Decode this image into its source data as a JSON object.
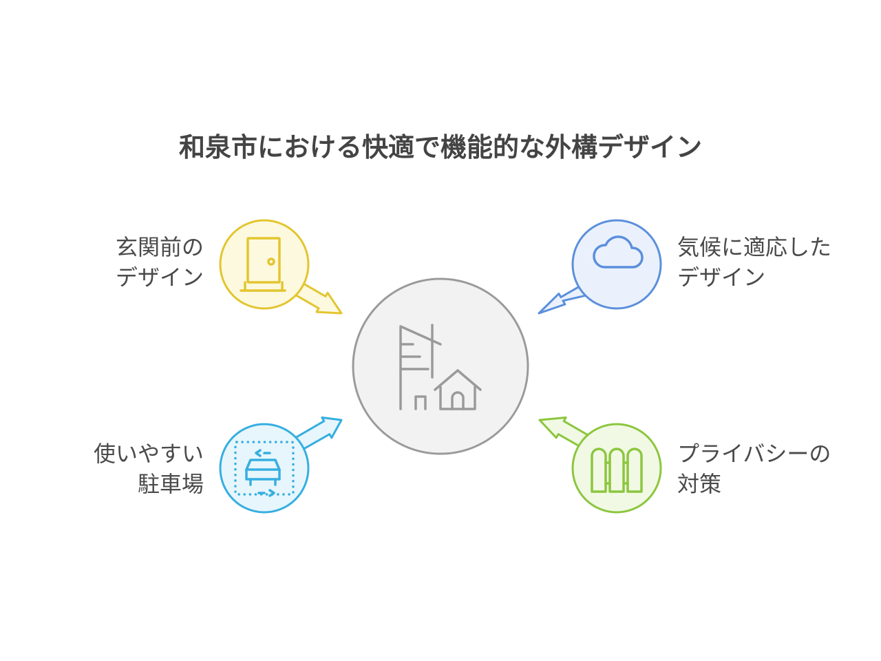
{
  "title": "和泉市における快適で機能的な外構デザイン",
  "center": {
    "icon": "buildings-house-icon",
    "fill": "#f2f2f2",
    "stroke": "#9a9a9a"
  },
  "items": [
    {
      "id": "entrance",
      "lines": [
        "玄関前の",
        "デザイン"
      ],
      "icon": "door-icon",
      "stroke": "#e3c52f",
      "fill": "#fdf9df"
    },
    {
      "id": "climate",
      "lines": [
        "気候に適応した",
        "デザイン"
      ],
      "icon": "cloud-icon",
      "stroke": "#5b8fdc",
      "fill": "#eaf1fc"
    },
    {
      "id": "parking",
      "lines": [
        "使いやすい",
        "駐車場"
      ],
      "icon": "car-parking-icon",
      "stroke": "#36aee0",
      "fill": "#e6f6fc"
    },
    {
      "id": "privacy",
      "lines": [
        "プライバシーの",
        "対策"
      ],
      "icon": "fence-icon",
      "stroke": "#8cc63e",
      "fill": "#f1f9e4"
    }
  ]
}
